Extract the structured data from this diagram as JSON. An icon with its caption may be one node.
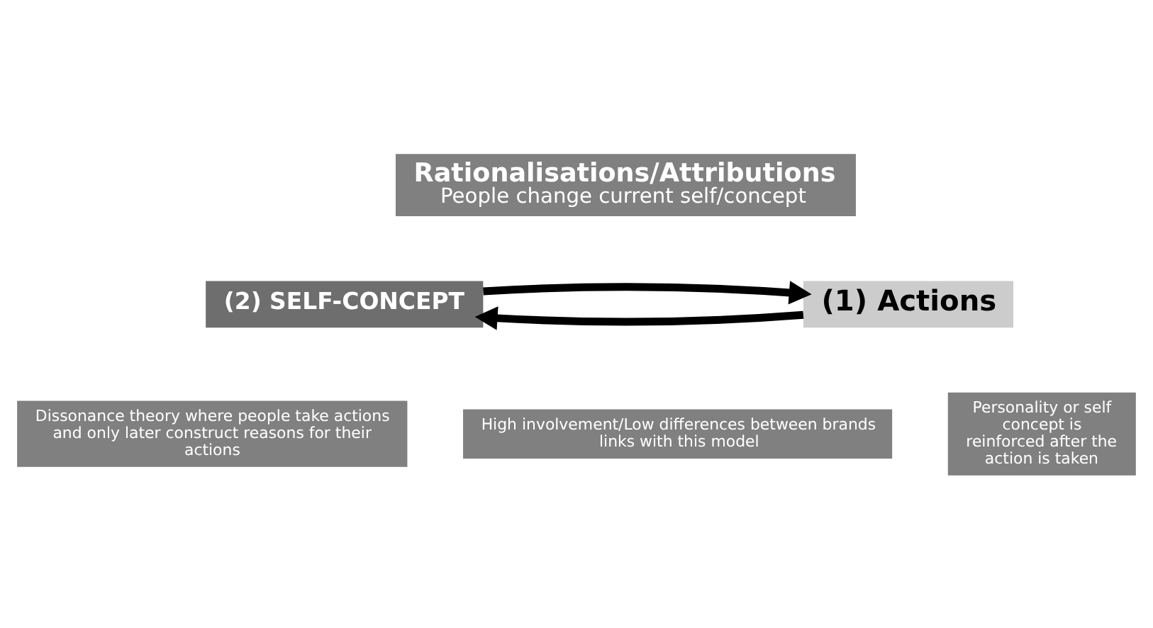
{
  "diagram": {
    "nodes": [
      {
        "text": [
          "Rationalisations/Attributions",
          "People change current self/concept"
        ]
      },
      {
        "text": [
          "(2) SELF-CONCEPT"
        ]
      },
      {
        "text": [
          "(1) Actions"
        ]
      },
      {
        "text": [
          "Dissonance theory where people take actions and only later construct reasons for their actions"
        ]
      },
      {
        "text": [
          "High involvement/Low differences between brands links with this model"
        ]
      },
      {
        "text": [
          "Personality or self concept is reinforced after the action is taken"
        ]
      }
    ],
    "edges": [
      {
        "from": 2,
        "to": 1,
        "arrow": "to"
      },
      {
        "from": 1,
        "to": 2,
        "arrow": "to"
      }
    ]
  }
}
